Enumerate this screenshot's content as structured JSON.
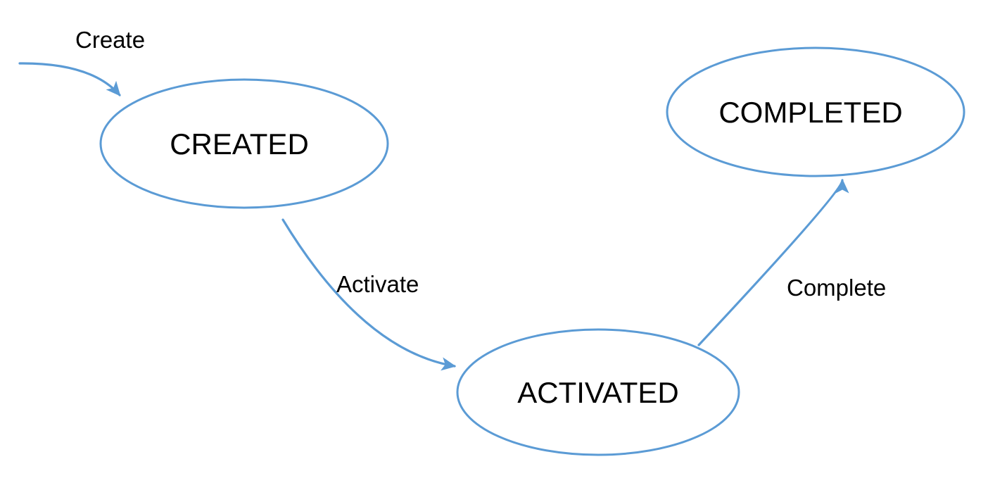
{
  "colors": {
    "accent": "#5B9BD5",
    "text": "#000000",
    "background": "#FFFFFF"
  },
  "diagram": {
    "type": "state-diagram",
    "nodes": [
      {
        "id": "created",
        "label": "CREATED"
      },
      {
        "id": "activated",
        "label": "ACTIVATED"
      },
      {
        "id": "completed",
        "label": "COMPLETED"
      }
    ],
    "edges": [
      {
        "id": "create",
        "label": "Create",
        "from": "initial",
        "to": "created"
      },
      {
        "id": "activate",
        "label": "Activate",
        "from": "created",
        "to": "activated"
      },
      {
        "id": "complete",
        "label": "Complete",
        "from": "activated",
        "to": "completed"
      }
    ]
  }
}
